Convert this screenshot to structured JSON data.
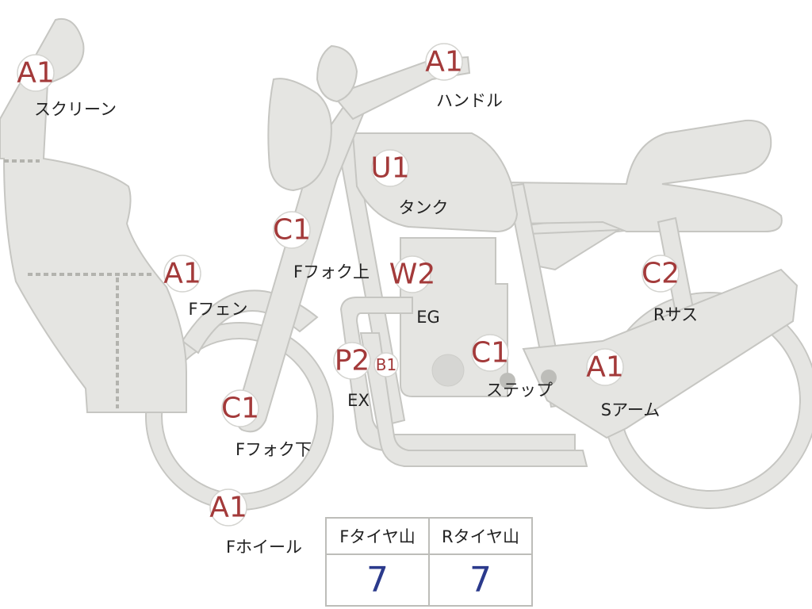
{
  "diagram": {
    "markers": [
      {
        "id": "screen",
        "grade": "A1",
        "label": "スクリーン"
      },
      {
        "id": "handle",
        "grade": "A1",
        "label": "ハンドル"
      },
      {
        "id": "tank",
        "grade": "U1",
        "label": "タンク"
      },
      {
        "id": "ffork-top",
        "grade": "C1",
        "label": "Fフォク上"
      },
      {
        "id": "ffender",
        "grade": "A1",
        "label": "Fフェン"
      },
      {
        "id": "engine",
        "grade": "W2",
        "label": "EG"
      },
      {
        "id": "exhaust",
        "grade": "P2",
        "label": "EX"
      },
      {
        "id": "exhaust-b",
        "grade": "B1",
        "label": ""
      },
      {
        "id": "step",
        "grade": "C1",
        "label": "ステップ"
      },
      {
        "id": "rsus",
        "grade": "C2",
        "label": "Rサス"
      },
      {
        "id": "sarm",
        "grade": "A1",
        "label": "Sアーム"
      },
      {
        "id": "ffork-low",
        "grade": "C1",
        "label": "Fフォク下"
      },
      {
        "id": "fwheel",
        "grade": "A1",
        "label": "Fホイール"
      }
    ]
  },
  "tire_table": {
    "headers": [
      "Fタイヤ山",
      "Rタイヤ山"
    ],
    "values": [
      "7",
      "7"
    ]
  }
}
